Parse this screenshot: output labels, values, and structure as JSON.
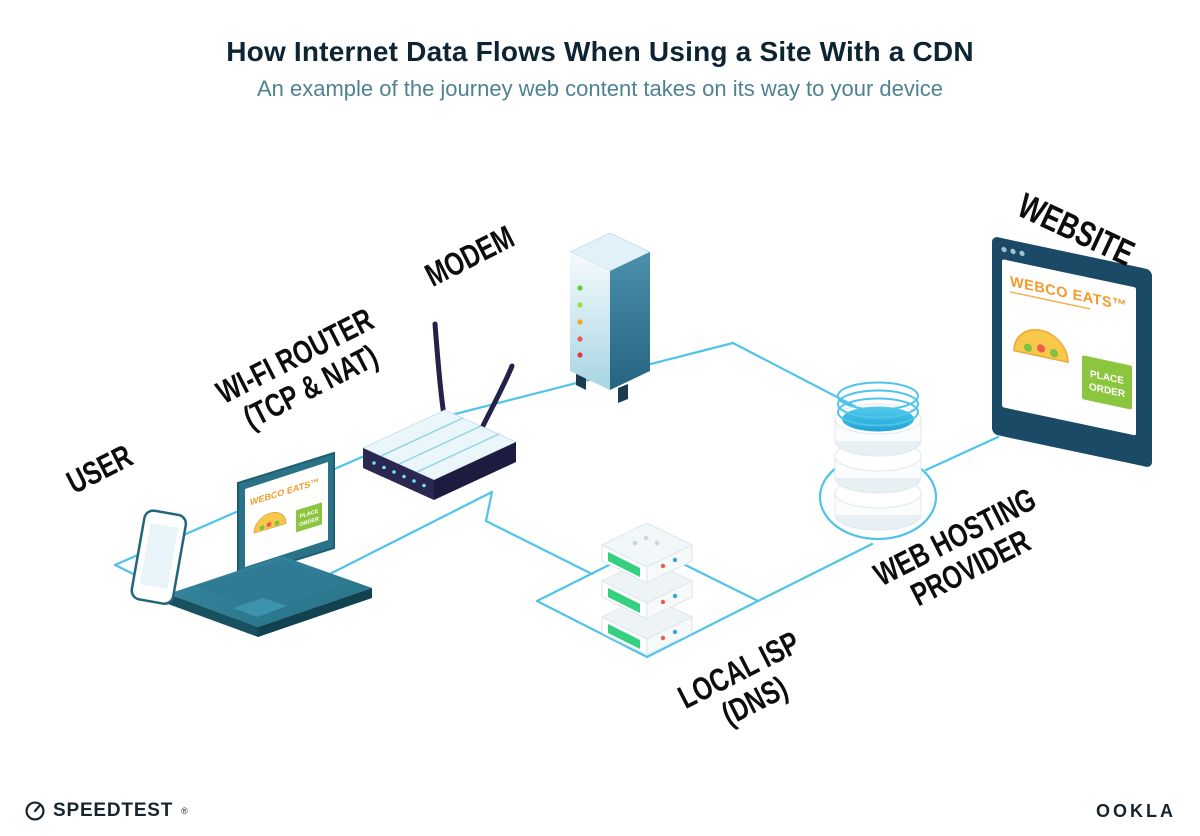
{
  "header": {
    "title": "How Internet Data Flows When Using a Site With a CDN",
    "subtitle": "An example of the journey web content takes on its way to your device"
  },
  "nodes": {
    "user": {
      "label": "USER"
    },
    "router": {
      "line1": "WI-FI ROUTER",
      "line2": "(TCP & NAT)"
    },
    "modem": {
      "label": "MODEM"
    },
    "isp": {
      "line1": "LOCAL ISP",
      "line2": "(DNS)"
    },
    "hosting": {
      "line1": "WEB HOSTING",
      "line2": "PROVIDER"
    },
    "website": {
      "label": "WEBSITE"
    }
  },
  "webco": {
    "name": "WEBCO EATS™",
    "place": "PLACE",
    "order": "ORDER"
  },
  "footer": {
    "speedtest": "SPEEDTEST",
    "trademark": "®",
    "ookla": "OOKLA"
  },
  "colors": {
    "accent_cyan": "#4FC4E8",
    "navy": "#0D2433",
    "subtitle_teal": "#4E8292",
    "orange": "#F49A28",
    "green": "#8CC63F",
    "label_black": "#0D0D0D"
  }
}
